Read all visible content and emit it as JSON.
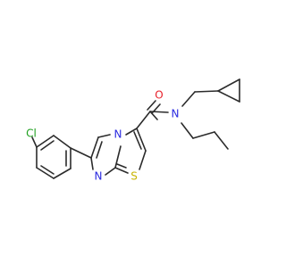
{
  "molecule": {
    "atom_labels": {
      "chlorine": "Cl",
      "oxygen": "O",
      "amide_nitrogen": "N",
      "bridgehead_nitrogen": "N",
      "ring_nitrogen": "N",
      "sulfur": "S"
    },
    "colors": {
      "bond": "#2b2b2b",
      "carbon_label": "#2b2b2b",
      "chlorine": "#1fa01f",
      "oxygen": "#e8202a",
      "nitrogen": "#2a2ae0",
      "sulfur": "#c8b400"
    }
  }
}
